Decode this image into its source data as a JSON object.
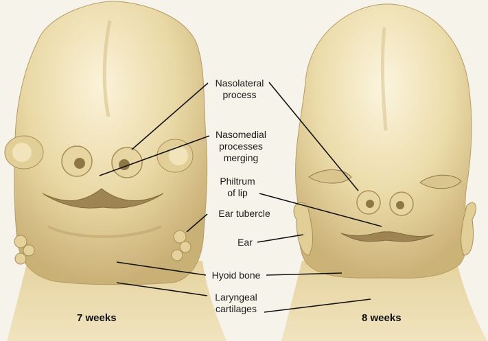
{
  "captions": {
    "left": "7 weeks",
    "right": "8 weeks"
  },
  "labels": {
    "nasolateral": [
      "Nasolateral",
      "process"
    ],
    "nasomedial": [
      "Nasomedial",
      "processes",
      "merging"
    ],
    "philtrum": [
      "Philtrum",
      "of lip"
    ],
    "ear_tubercle": "Ear tubercle",
    "ear": "Ear",
    "hyoid": "Hyoid bone",
    "laryngeal": [
      "Laryngeal",
      "cartilages"
    ]
  },
  "colors": {
    "background": "#f6f3ea",
    "skin_light": "#f2e6bf",
    "skin_mid": "#e0cd96",
    "skin_dark": "#b99f63",
    "leader_line": "#111111"
  }
}
